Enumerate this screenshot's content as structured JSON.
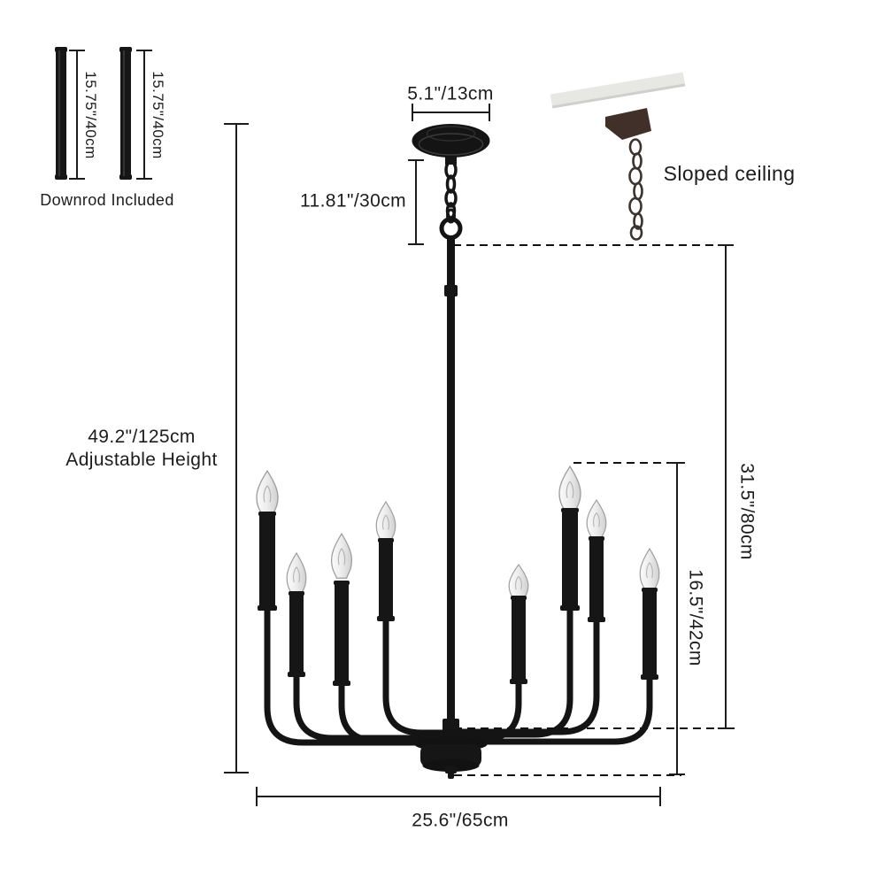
{
  "downrods": {
    "label_left": "15.75\"/40cm",
    "label_right": "15.75\"/40cm",
    "caption": "Downrod Included"
  },
  "dimensions": {
    "canopy_width": "5.1\"/13cm",
    "chain_drop": "11.81\"/30cm",
    "adjustable_height": "49.2\"/125cm",
    "adjustable_height_caption": "Adjustable Height",
    "fixture_height": "31.5\"/80cm",
    "candle_height": "16.5\"/42cm",
    "fixture_width": "25.6\"/65cm"
  },
  "annotations": {
    "sloped_ceiling": "Sloped ceiling"
  },
  "colors": {
    "fixture_black": "#161616",
    "dimension_line": "#1c1c1c",
    "text": "#1c1c1c",
    "ceiling_board": "#e7e7e4",
    "ceiling_mount_brown": "#412f29",
    "bulb_glass": "#ededed",
    "background": "#ffffff"
  }
}
